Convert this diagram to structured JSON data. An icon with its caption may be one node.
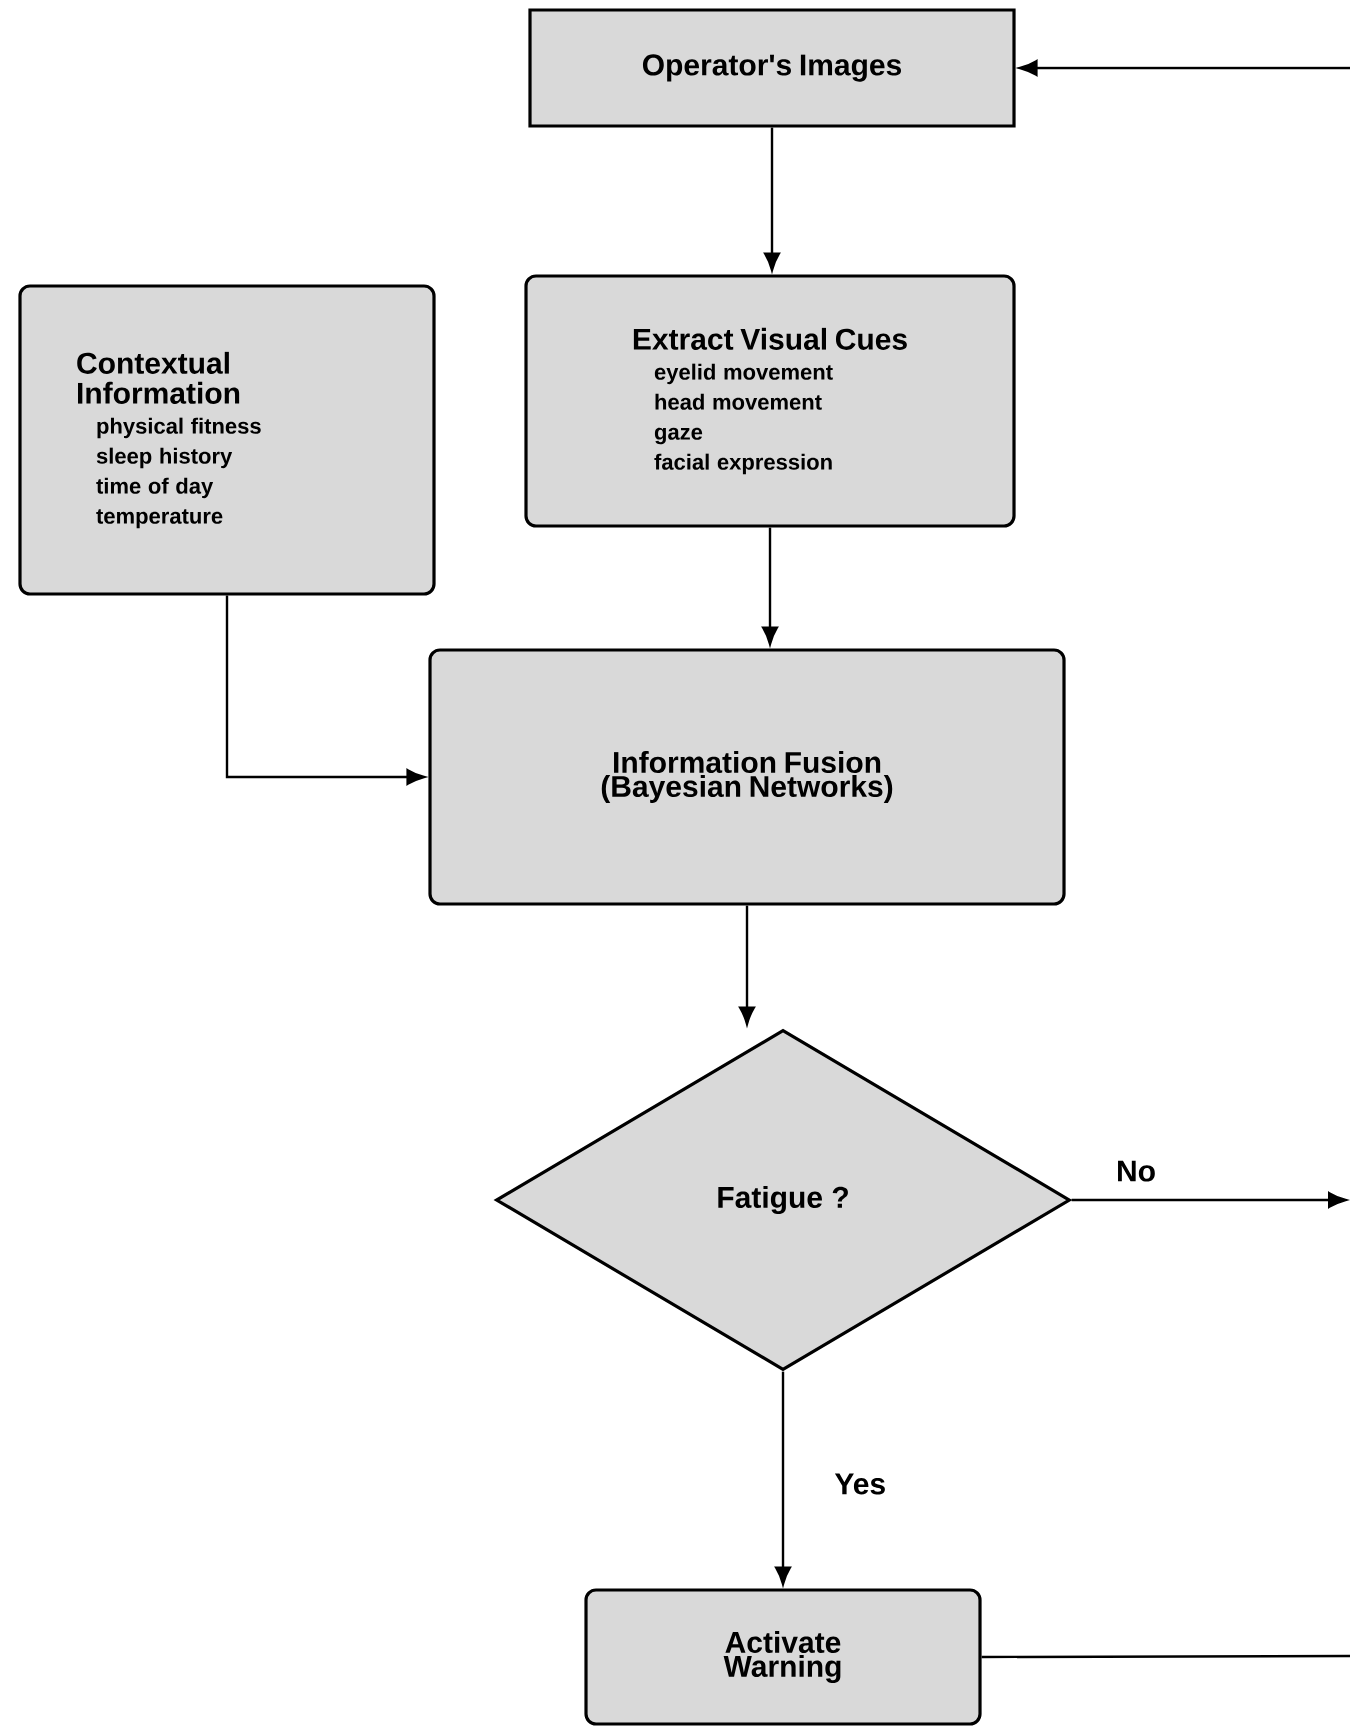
{
  "diagram": {
    "nodes": [
      {
        "text": [
          "Operator's Images"
        ]
      },
      {
        "text": [
          "Contextual Information",
          "physical fitness",
          "sleep history",
          "time of day",
          "temperature"
        ]
      },
      {
        "text": [
          "Extract Visual Cues",
          "eyelid movement",
          "head movement",
          "gaze",
          "facial expression"
        ]
      },
      {
        "text": [
          "Information Fusion (Bayesian Networks)"
        ]
      },
      {
        "text": [
          "Fatigue ?"
        ]
      },
      {
        "text": [
          "Activate Warning"
        ]
      }
    ],
    "edges": [
      {
        "from": 0,
        "to": 2,
        "arrow": "to"
      },
      {
        "from": 2,
        "to": 3,
        "arrow": "to"
      },
      {
        "from": 1,
        "to": 3,
        "arrow": "to"
      },
      {
        "from": 3,
        "to": 4,
        "arrow": "to"
      },
      {
        "from": 4,
        "to": null,
        "arrow": "to",
        "label": "No"
      },
      {
        "from": 4,
        "to": 5,
        "arrow": "to",
        "label": "Yes"
      },
      {
        "from": 5,
        "to": null,
        "arrow": "none"
      },
      {
        "from": null,
        "to": 0,
        "arrow": "to"
      }
    ]
  }
}
